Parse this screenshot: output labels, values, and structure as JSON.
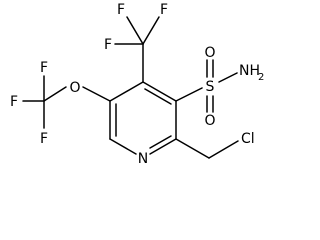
{
  "molecule": {
    "atoms": {
      "cf3_f_top_left": "F",
      "cf3_f_top_right": "F",
      "cf3_f_side": "F",
      "ocf3_f_top": "F",
      "ocf3_f_side": "F",
      "ocf3_f_bottom": "F",
      "ether_o": "O",
      "sulfur": "S",
      "sulfonyl_o_top": "O",
      "sulfonyl_o_bottom": "O",
      "amine": "NH",
      "amine_sub": "2",
      "ring_n": "N",
      "chlorine": "Cl"
    }
  }
}
